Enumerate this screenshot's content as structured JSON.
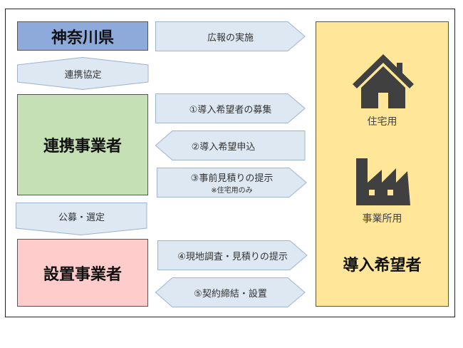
{
  "actors": {
    "prefecture": "神奈川県",
    "partner": "連携事業者",
    "installer": "設置事業者",
    "applicant": "導入希望者"
  },
  "applicant_types": {
    "residential": "住宅用",
    "business": "事業所用"
  },
  "flows": {
    "publicity": "広報の実施",
    "agreement": "連携協定",
    "recruit": "公募・選定",
    "step1": "①導入希望者の募集",
    "step2": "②導入希望申込",
    "step3": "③事前見積りの提示",
    "step3_note": "※住宅用のみ",
    "step4": "④現地調査・見積りの提示",
    "step5": "⑤契約締結・設置"
  },
  "colors": {
    "prefecture": "#8eaadb",
    "partner": "#c5e0b4",
    "installer": "#ffcccc",
    "applicant": "#ffe699",
    "arrow": "#dde8f3",
    "icon": "#404040"
  }
}
